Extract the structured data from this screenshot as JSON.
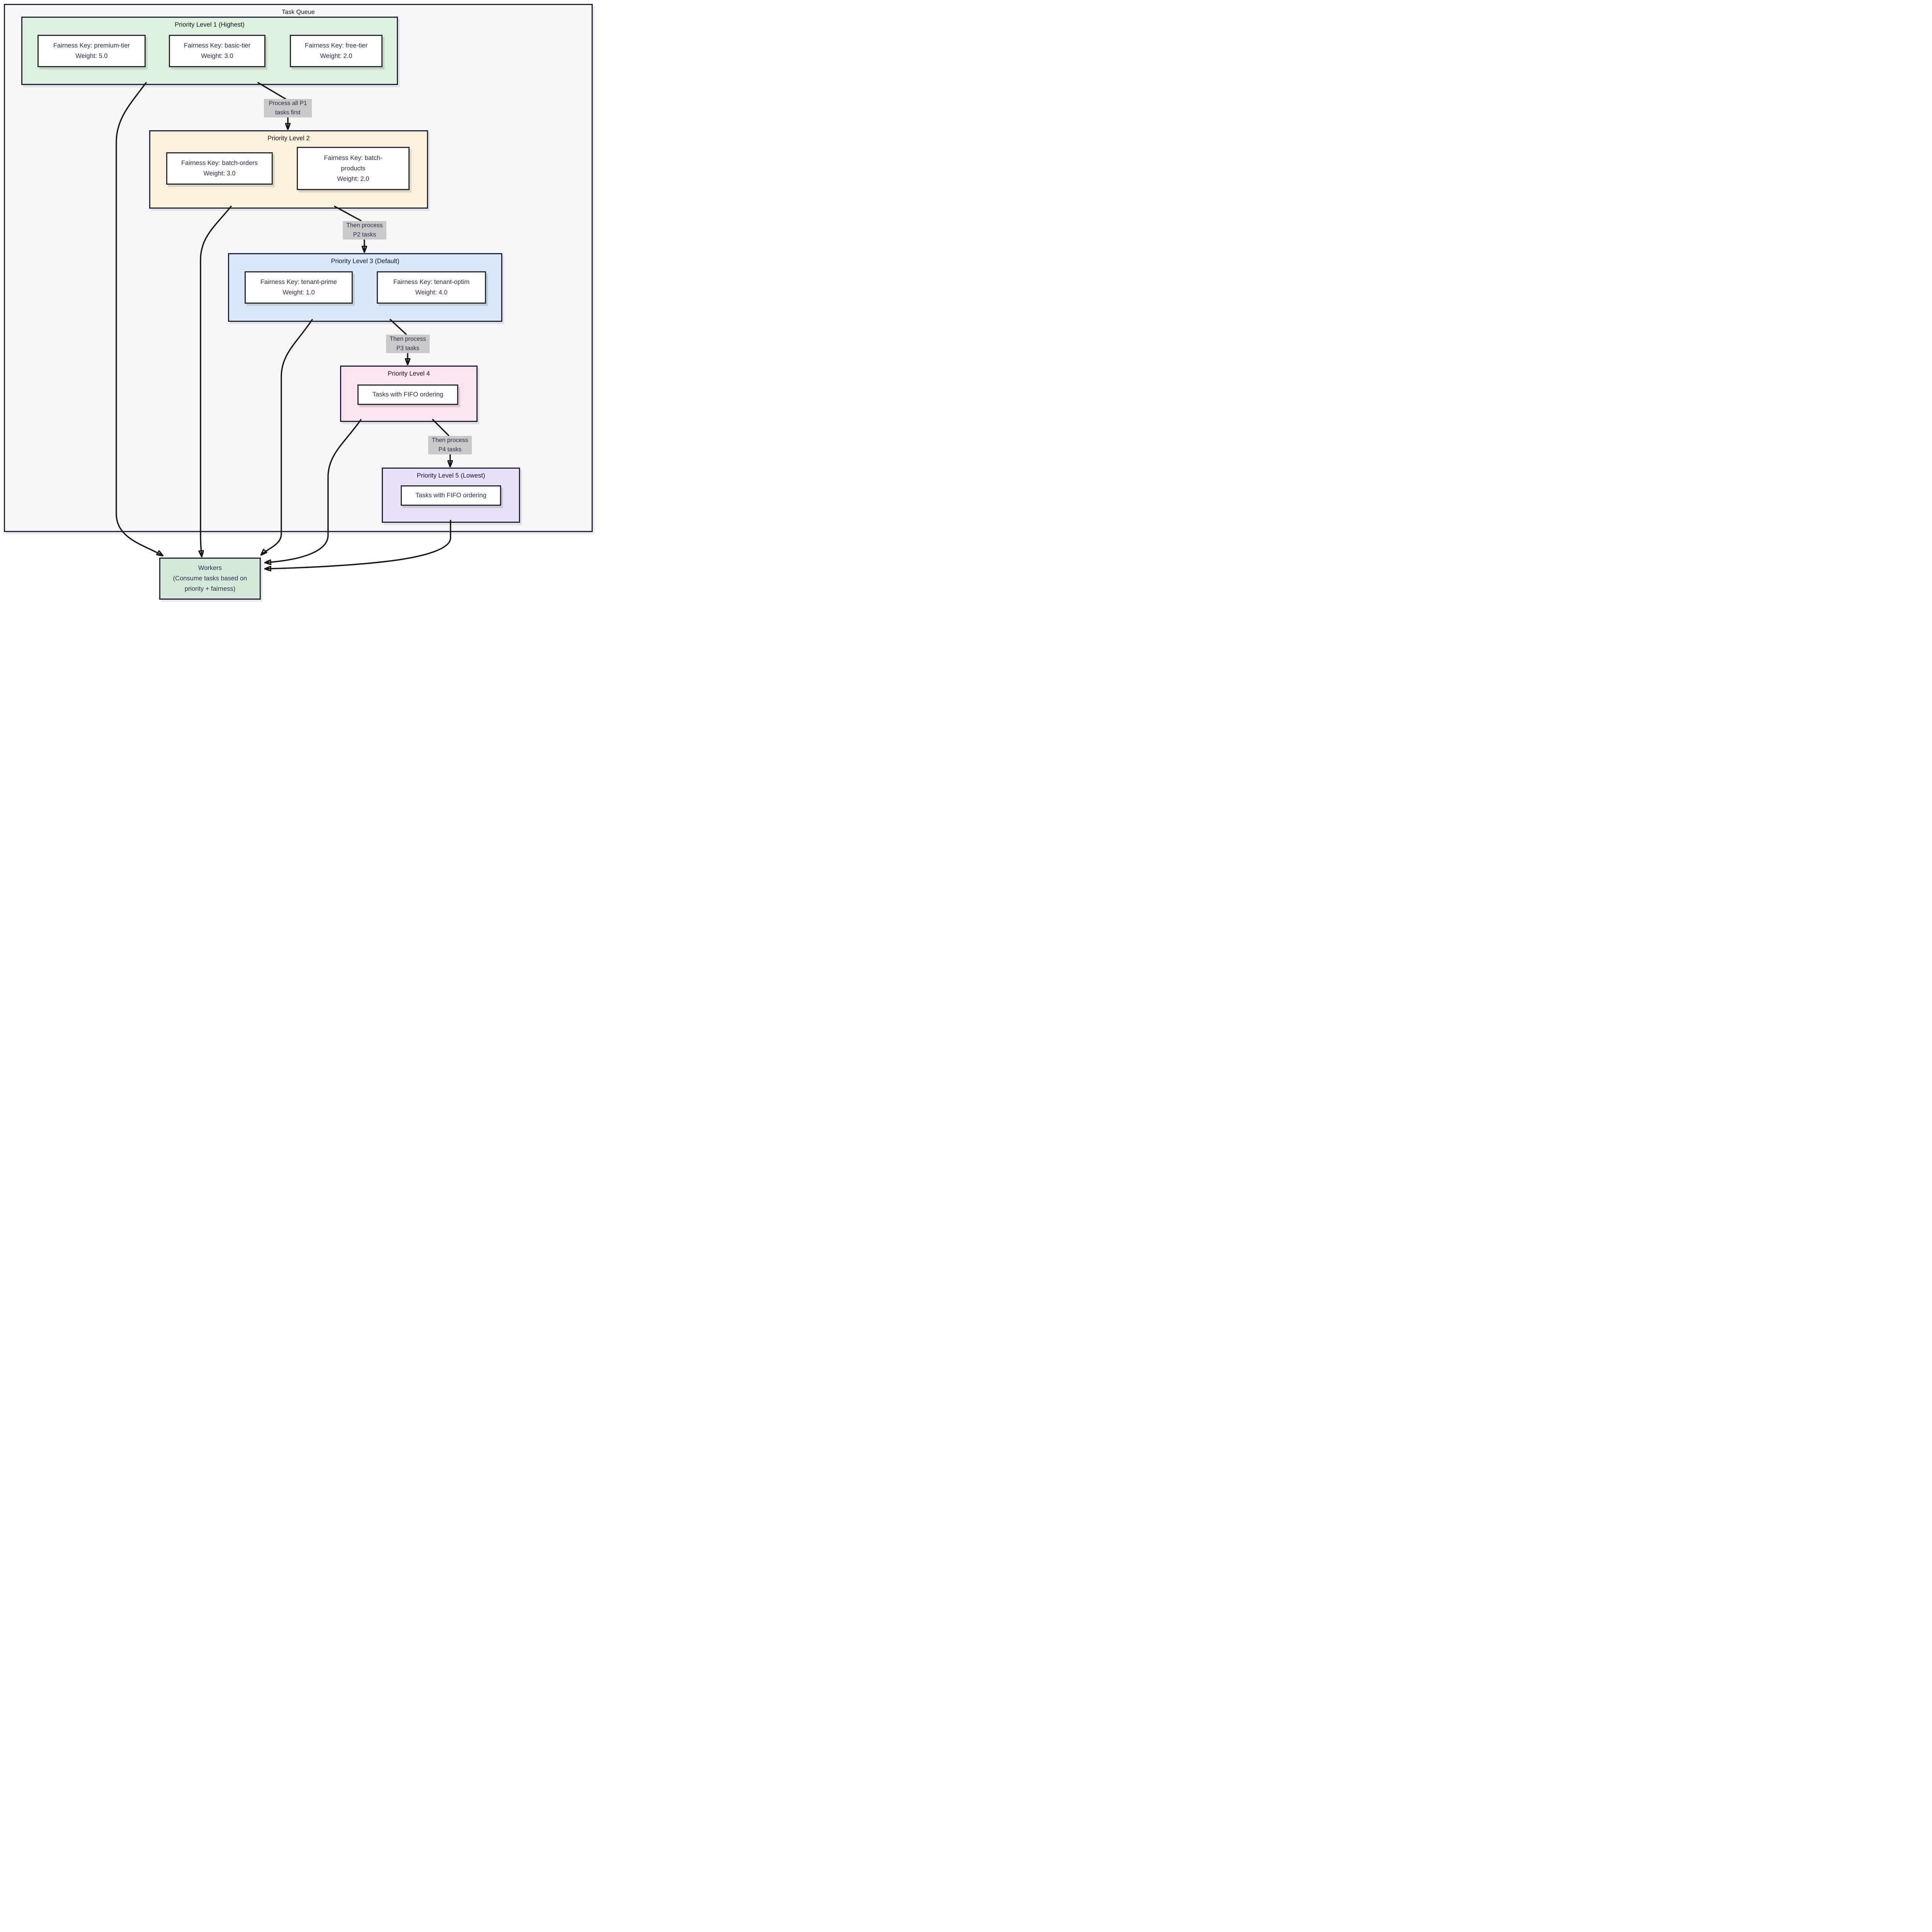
{
  "outer_title": "Task Queue",
  "p1": {
    "title": "Priority Level 1 (Highest)"
  },
  "p1c1": {
    "key": "Fairness Key: premium-tier",
    "weight": "Weight: 5.0"
  },
  "p1c2": {
    "key": "Fairness Key: basic-tier",
    "weight": "Weight: 3.0"
  },
  "p1c3": {
    "key": "Fairness Key: free-tier",
    "weight": "Weight: 2.0"
  },
  "p2": {
    "title": "Priority Level 2"
  },
  "p2c1": {
    "key": "Fairness Key: batch-orders",
    "weight": "Weight: 3.0"
  },
  "p2c2": {
    "key_lines": [
      "Fairness Key: batch-",
      "products"
    ],
    "weight": "Weight: 2.0"
  },
  "p3": {
    "title": "Priority Level 3 (Default)"
  },
  "p3c1": {
    "key": "Fairness Key: tenant-prime",
    "weight": "Weight: 1.0"
  },
  "p3c2": {
    "key": "Fairness Key: tenant-optim",
    "weight": "Weight: 4.0"
  },
  "p4": {
    "title": "Priority Level 4",
    "node": "Tasks with FIFO ordering"
  },
  "p5": {
    "title": "Priority Level 5 (Lowest)",
    "node": "Tasks with FIFO ordering"
  },
  "workers": {
    "line1": "Workers",
    "line2": "(Consume tasks based on",
    "line3": "priority + fairness)"
  },
  "edge_labels": {
    "p1_p2": {
      "line1": "Process all P1",
      "line2": "tasks first"
    },
    "p2_p3": {
      "line1": "Then process",
      "line2": "P2 tasks"
    },
    "p3_p4": {
      "line1": "Then process",
      "line2": "P3 tasks"
    },
    "p4_p5": {
      "line1": "Then process",
      "line2": "P4 tasks"
    }
  },
  "colors": {
    "outer_fill": "#f7f7f9",
    "p1_fill": "#ddf2de",
    "p2_fill": "#fbf0dc",
    "p3_fill": "#d9e8fb",
    "p4_fill": "#fce3f0",
    "p5_fill": "#ebe1fa",
    "workers_fill": "#d3e9da",
    "label_bg": "#c9c9c9",
    "border": "#23233a",
    "node_border": "#2a2a33",
    "node_text": "#2d2d4d",
    "title_text": "#14141f",
    "arrow": "#141414"
  }
}
